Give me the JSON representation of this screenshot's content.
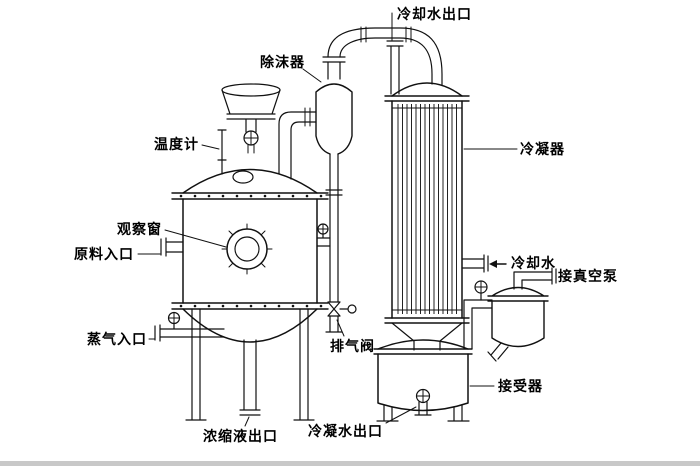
{
  "diagram": {
    "type": "vacuum-evaporator-apparatus",
    "colors": {
      "line": "#111111",
      "background": "#ffffff"
    },
    "labels": {
      "cooling_water_outlet": "冷却水出口",
      "demister": "除沫器",
      "thermometer": "温度计",
      "condenser": "冷凝器",
      "observation_window": "观察窗",
      "feed_inlet": "原料入口",
      "cooling_water": "冷却水",
      "to_vacuum_pump": "接真空泵",
      "steam_inlet": "蒸气入口",
      "exhaust_valve": "排气阀",
      "receiver": "接受器",
      "concentrate_outlet": "浓缩液出口",
      "condensate_outlet": "冷凝水出口"
    }
  }
}
